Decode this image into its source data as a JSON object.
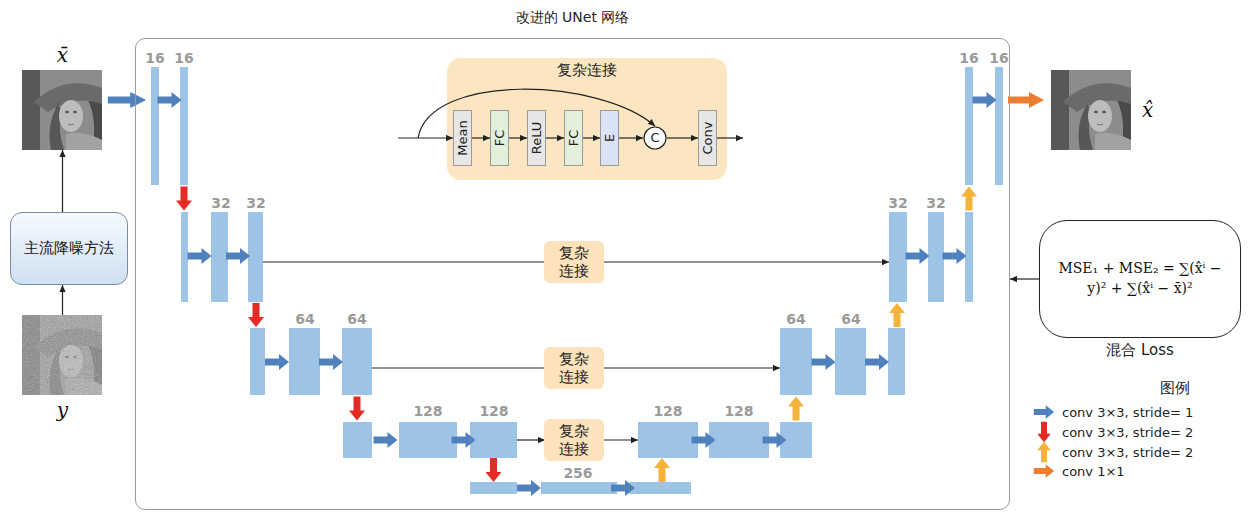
{
  "diagram": {
    "nodes": [
      {
        "text": [
          "改进的 UNet 网络"
        ]
      },
      {
        "text": [
          "x̄"
        ]
      },
      {
        "text": [
          "复杂连接"
        ],
        "in": 0
      },
      {
        "text": [
          "Mean"
        ],
        "in": 2
      },
      {
        "text": [
          "FC"
        ],
        "in": 2
      },
      {
        "text": [
          "ReLU"
        ],
        "in": 2
      },
      {
        "text": [
          "FC"
        ],
        "in": 2
      },
      {
        "text": [
          "E"
        ],
        "in": 2
      },
      {
        "text": [
          "C"
        ],
        "in": 2
      },
      {
        "text": [
          "Conv"
        ],
        "in": 2
      },
      {
        "text": [
          "x̂"
        ]
      },
      {
        "text": [
          "主流降噪方法"
        ]
      },
      {
        "text": [
          "复杂 连接"
        ],
        "in": 0
      },
      {
        "text": [
          "MSE₁ + MSE₂ = ∑(x̂ⁱ − y)² + ∑(x̂ⁱ − x̄)²",
          "混合 Loss"
        ]
      },
      {
        "text": [
          "复杂 连接"
        ],
        "in": 0
      },
      {
        "text": [
          "y"
        ]
      },
      {
        "text": [
          "复杂 连接"
        ],
        "in": 0
      }
    ],
    "edges": [
      {
        "from": 15,
        "to": 11,
        "arrow": "to"
      },
      {
        "from": 11,
        "to": 1,
        "arrow": "to"
      },
      {
        "from": 3,
        "to": 4,
        "arrow": "to"
      },
      {
        "from": 4,
        "to": 5,
        "arrow": "to"
      },
      {
        "from": 5,
        "to": 6,
        "arrow": "to"
      },
      {
        "from": 6,
        "to": 7,
        "arrow": "to"
      },
      {
        "from": 7,
        "to": 8,
        "arrow": "to"
      },
      {
        "from": 8,
        "to": 9,
        "arrow": "to"
      },
      {
        "from": 13,
        "to": 0,
        "arrow": "to"
      }
    ],
    "labels": [
      "16",
      "16",
      "16",
      "16",
      "32",
      "32",
      "32",
      "32",
      "64",
      "64",
      "64",
      "64",
      "图例",
      "128",
      "128",
      "128",
      "128",
      "256"
    ],
    "legend": [
      {
        "text": "conv 3×3, stride= 1"
      },
      {
        "text": "conv 3×3, stride= 2"
      },
      {
        "text": "conv 3×3, stride= 2"
      },
      {
        "text": "conv 1×1"
      }
    ]
  }
}
